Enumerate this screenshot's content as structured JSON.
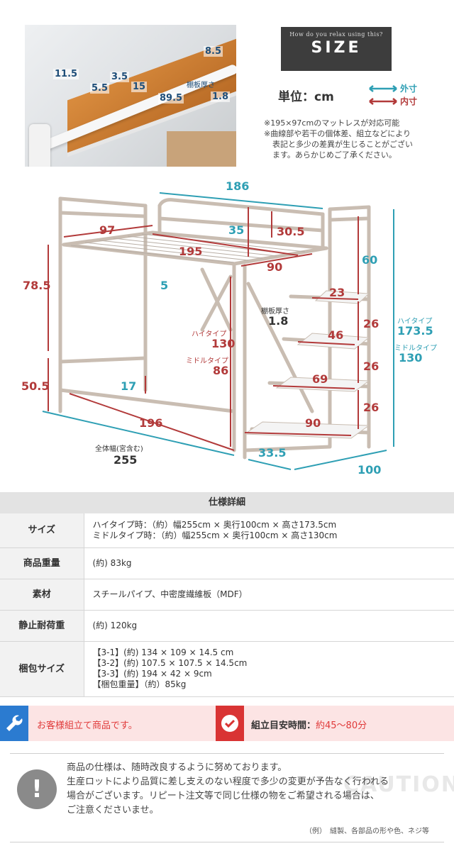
{
  "photo": {
    "dims": [
      "8.5",
      "11.5",
      "3.5",
      "5.5",
      "15",
      "89.5"
    ],
    "shelf_label": "棚板厚さ",
    "shelf_value": "1.8"
  },
  "size_box": {
    "subtitle": "How do you relax using this?",
    "title": "SIZE"
  },
  "unit": {
    "label": "単位：cm",
    "outer": "外寸",
    "inner": "内寸"
  },
  "notes": [
    "※195×97cmのマットレスが対応可能",
    "※曲線部や若干の個体差、組立などにより",
    "表記と多少の差異が生じることがござい",
    "ます。あらかじめご了承ください。"
  ],
  "diagram": {
    "d186": "186",
    "d97": "97",
    "d35": "35",
    "d30_5": "30.5",
    "d195": "195",
    "d90_top": "90",
    "d60": "60",
    "d78_5": "78.5",
    "d5": "5",
    "d23": "23",
    "shelf_label": "棚板厚さ",
    "shelf_value": "1.8",
    "d26_1": "26",
    "high_label": "ハイタイプ",
    "high_value": "173.5",
    "middle_label": "ミドルタイプ",
    "middle_value": "130",
    "inner_high_label": "ハイタイプ",
    "inner_high_value": "130",
    "inner_mid_label": "ミドルタイプ",
    "inner_mid_value": "86",
    "d46": "46",
    "d26_2": "26",
    "d50_5": "50.5",
    "d17": "17",
    "d69": "69",
    "d26_3": "26",
    "d196": "196",
    "d90_bottom": "90",
    "total_label": "全体幅(宮含む)",
    "total_value": "255",
    "d33_5": "33.5",
    "d100": "100"
  },
  "colors": {
    "outer": "#2e9fb4",
    "inner": "#b23a3a",
    "frame": "#c9bdb2"
  },
  "spec": {
    "title": "仕様詳細",
    "rows": [
      {
        "key": "サイズ",
        "lines": [
          "ハイタイプ時：（約）幅255cm × 奥行100cm × 高さ173.5cm",
          "ミドルタイプ時：（約）幅255cm × 奥行100cm × 高さ130cm"
        ]
      },
      {
        "key": "商品重量",
        "lines": [
          "(約) 83kg"
        ]
      },
      {
        "key": "素材",
        "lines": [
          "スチールパイプ、中密度繊維板（MDF）"
        ]
      },
      {
        "key": "静止耐荷重",
        "lines": [
          "(約) 120kg"
        ]
      },
      {
        "key": "梱包サイズ",
        "lines": [
          "【3-1】(約) 134 × 109 × 14.5 cm",
          "【3-2】(約) 107.5 × 107.5 × 14.5cm",
          "【3-3】(約) 194 × 42 × 9cm",
          "【梱包重量】（約）85kg"
        ]
      }
    ]
  },
  "assembly": {
    "left_text": "お客様組立て商品です。",
    "right_prefix": "組立目安時間：",
    "right_value": "約45～80分",
    "left_icon": "wrench-icon",
    "right_icon": "check-icon"
  },
  "caution": {
    "icon": "exclamation-icon",
    "lines": [
      "商品の仕様は、随時改良するように努めております。",
      "生産ロットにより品質に差し支えのない程度で多少の変更が予告なく行われる",
      "場合がございます。リピート注文等で同じ仕様の物をご希望される場合は、",
      "ご注意くださいませ。"
    ],
    "watermark": "CAUTION",
    "example": "（例）　縫製、各部品の形や色、ネジ等"
  }
}
